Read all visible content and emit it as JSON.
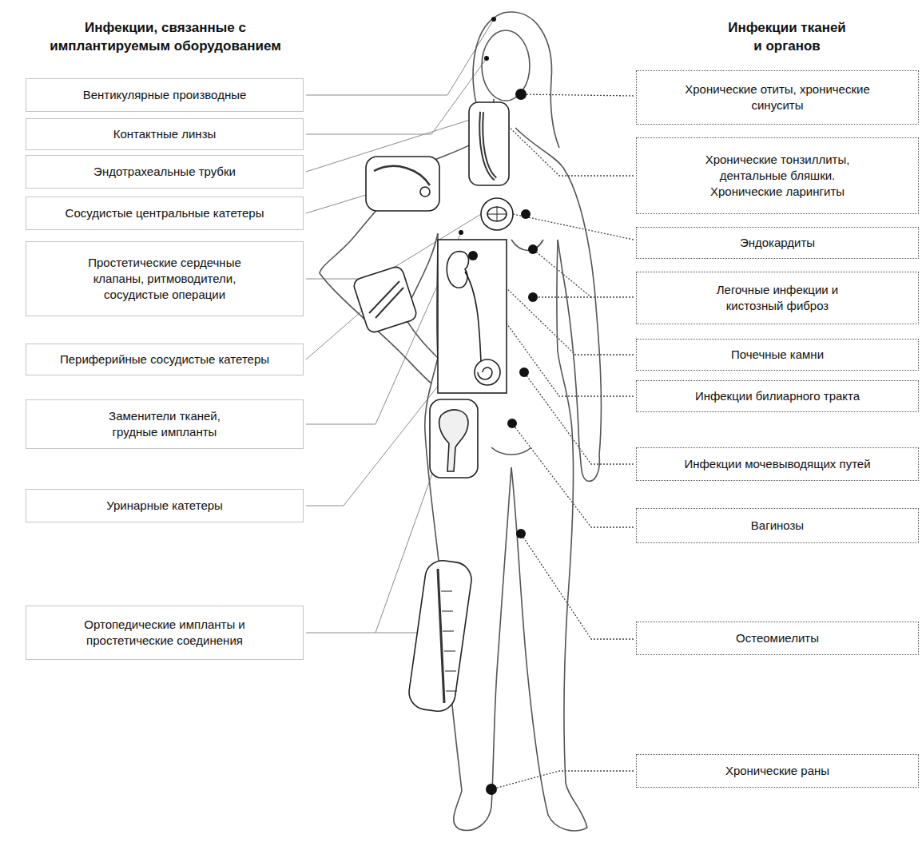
{
  "diagram": {
    "nodes": [
      {
        "text": [
          "Вентикулярные производные"
        ]
      },
      {
        "text": [
          "Контактные линзы"
        ]
      },
      {
        "text": [
          "Эндотрахеальные трубки"
        ]
      },
      {
        "text": [
          "Сосудистые центральные катетеры"
        ]
      },
      {
        "text": [
          "Простетические сердечные клапаны, ритмоводители, сосудистые операции"
        ]
      },
      {
        "text": [
          "Периферийные сосудистые катетеры"
        ]
      },
      {
        "text": [
          "Заменители тканей, грудные импланты"
        ]
      },
      {
        "text": [
          "Уринарные катетеры"
        ]
      },
      {
        "text": [
          "Ортопедические импланты и простетические соединения"
        ]
      },
      {
        "text": [
          "Хронические отиты, хронические синуситы"
        ]
      },
      {
        "text": [
          "Хронические тонзиллиты, дентальные бляшки. Хронические ларингиты"
        ]
      },
      {
        "text": [
          "Эндокардиты"
        ]
      },
      {
        "text": [
          "Легочные инфекции и кистозный фиброз"
        ]
      },
      {
        "text": [
          "Почечные камни"
        ]
      },
      {
        "text": [
          "Инфекции билиарного тракта"
        ]
      },
      {
        "text": [
          "Инфекции мочевыводящих путей"
        ]
      },
      {
        "text": [
          "Вагинозы"
        ]
      },
      {
        "text": [
          "Остеомиелиты"
        ]
      },
      {
        "text": [
          "Хронические раны"
        ]
      }
    ],
    "labels": [
      "Инфекции, связанные с имплантируемым оборудованием",
      "Инфекции тканей и органов"
    ]
  }
}
